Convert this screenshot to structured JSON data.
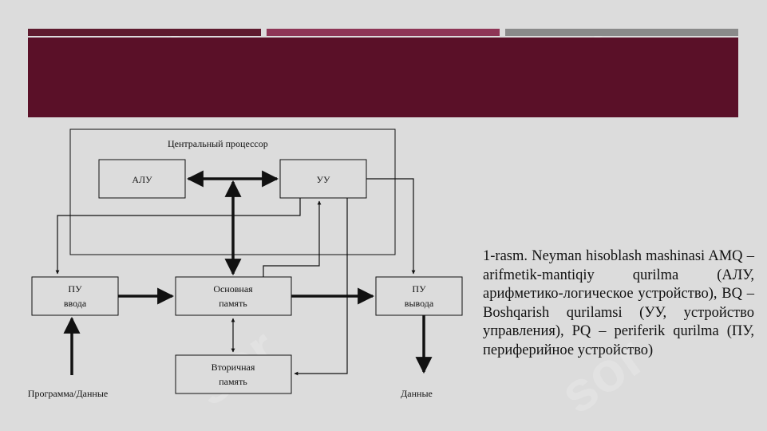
{
  "colors": {
    "banner": "#5a1028",
    "stripe1": "#5e1a2e",
    "stripe2": "#8e3556",
    "stripe3": "#8a8a8a",
    "background": "#dcdcdc"
  },
  "diagram": {
    "cpu_label": "Центральный процессор",
    "alu": "АЛУ",
    "cu": "УУ",
    "input_line1": "ПУ",
    "input_line2": "ввода",
    "memory_line1": "Основная",
    "memory_line2": "память",
    "output_line1": "ПУ",
    "output_line2": "вывода",
    "secondary_line1": "Вторичная",
    "secondary_line2": "память",
    "input_source": "Программа/Данные",
    "output_result": "Данные"
  },
  "caption": {
    "text": "1-rasm. Neyman hisoblash mashinasi AMQ – arifmetik-mantiqiy qurilma (АЛУ, арифметико-логическое устройство), BQ – Boshqarish qurilamsi (УУ, устройство управления), PQ – periferik qurilma (ПУ, периферийное устройство)"
  },
  "watermark": {
    "text": "sor"
  }
}
